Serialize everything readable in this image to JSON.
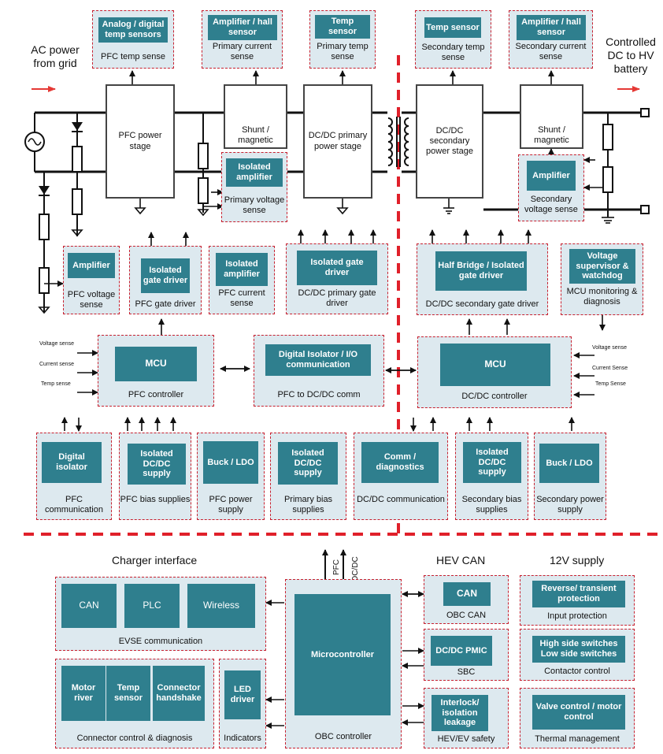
{
  "edges": {
    "ac_power": "AC power\nfrom grid",
    "hv_battery": "Controlled\nDC to HV\nbattery"
  },
  "sensors": {
    "pfc_temp": {
      "chip": "Analog / digital temp sensors",
      "cap": "PFC temp sense"
    },
    "primary_current": {
      "chip": "Amplifier / hall sensor",
      "cap": "Primary current sense"
    },
    "primary_temp": {
      "chip": "Temp sensor",
      "cap": "Primary temp sense"
    },
    "secondary_temp": {
      "chip": "Temp sensor",
      "cap": "Secondary temp sense"
    },
    "secondary_current": {
      "chip": "Amplifier / hall sensor",
      "cap": "Secondary current sense"
    }
  },
  "stages": {
    "pfc": "PFC power stage",
    "dcdc_primary": "DC/DC primary power stage",
    "dcdc_secondary": "DC/DC secondary power stage",
    "shunt1": "Shunt / magnetic",
    "shunt2": "Shunt / magnetic"
  },
  "primary_voltage": {
    "chip": "Isolated amplifier",
    "cap": "Primary voltage sense"
  },
  "secondary_voltage": {
    "chip": "Amplifier",
    "cap": "Secondary voltage sense"
  },
  "mid_row": {
    "pfc_voltage": {
      "chip": "Amplifier",
      "cap": "PFC voltage sense"
    },
    "pfc_gate": {
      "chip": "Isolated gate driver",
      "cap": "PFC gate driver"
    },
    "pfc_current": {
      "chip": "Isolated amplifier",
      "cap": "PFC current sense"
    },
    "dcdc_primary_gate": {
      "chip": "Isolated gate driver",
      "cap": "DC/DC primary gate driver"
    },
    "dcdc_secondary_gate": {
      "chip": "Half Bridge / Isolated gate driver",
      "cap": "DC/DC secondary gate driver"
    },
    "mcu_monitor": {
      "chip": "Voltage supervisor & watchdog",
      "cap": "MCU monitoring & diagnosis"
    }
  },
  "controllers": {
    "pfc": {
      "chip": "MCU",
      "cap": "PFC controller",
      "inputs": [
        "Voltage sense",
        "Current sense",
        "Temp sense"
      ]
    },
    "comm": {
      "chip": "Digital Isolator / I/O communication",
      "cap": "PFC to DC/DC comm"
    },
    "dcdc": {
      "chip": "MCU",
      "cap": "DC/DC controller",
      "inputs": [
        "Voltage sense",
        "Current Sense",
        "Temp Sense"
      ]
    }
  },
  "supplies": [
    {
      "chip": "Digital isolator",
      "cap": "PFC communication"
    },
    {
      "chip": "Isolated DC/DC supply",
      "cap": "PFC bias supplies"
    },
    {
      "chip": "Buck / LDO",
      "cap": "PFC power supply"
    },
    {
      "chip": "Isolated DC/DC supply",
      "cap": "Primary bias supplies"
    },
    {
      "chip": "Comm / diagnostics",
      "cap": "DC/DC communication"
    },
    {
      "chip": "Isolated DC/DC supply",
      "cap": "Secondary bias supplies"
    },
    {
      "chip": "Buck / LDO",
      "cap": "Secondary power supply"
    }
  ],
  "bottom": {
    "charger_interface": "Charger interface",
    "hev_can": "HEV CAN",
    "v12_supply": "12V supply",
    "pfc_arrow": "PFC",
    "dcdc_arrow": "DC/DC",
    "evse": {
      "chips": [
        "CAN",
        "PLC",
        "Wireless"
      ],
      "cap": "EVSE communication"
    },
    "connector": {
      "chips": [
        "Motor river",
        "Temp sensor",
        "Connector handshake"
      ],
      "cap": "Connector control & diagnosis"
    },
    "indicators": {
      "chip": "LED driver",
      "cap": "Indicators"
    },
    "obc": {
      "chip": "Microcontroller",
      "cap": "OBC controller"
    },
    "obc_can": {
      "chip": "CAN",
      "cap": "OBC CAN"
    },
    "sbc": {
      "chip": "DC/DC PMIC",
      "cap": "SBC"
    },
    "safety": {
      "chip": "Interlock/ isolation leakage",
      "cap": "HEV/EV safety"
    },
    "input_protection": {
      "chip": "Reverse/ transient protection",
      "cap": "Input protection"
    },
    "contactor": {
      "chip": "High side switches Low side switches",
      "cap": "Contactor control"
    },
    "thermal": {
      "chip": "Valve control / motor control",
      "cap": "Thermal management"
    }
  },
  "colors": {
    "chip": "#2f7f8e",
    "panel": "#dde9ef",
    "dash": "#c8202f",
    "arrow": "#e53935"
  }
}
